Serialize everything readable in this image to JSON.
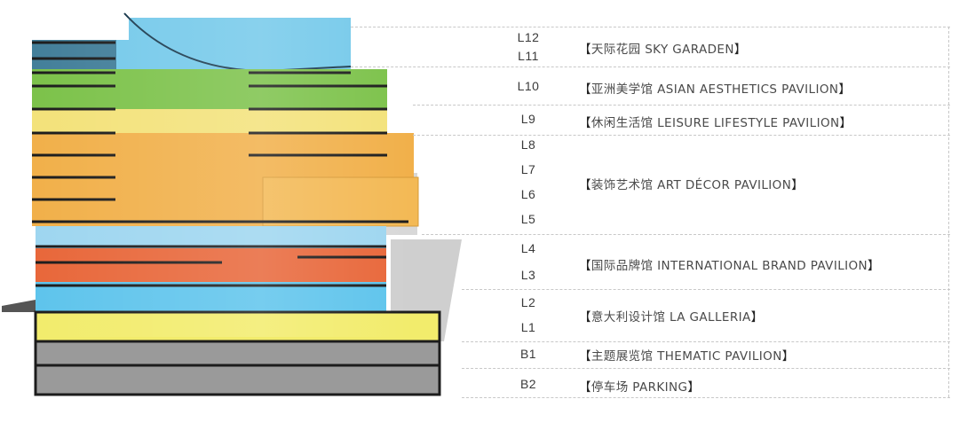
{
  "levels": [
    "L12",
    "L11",
    "L10",
    "L9",
    "L8",
    "L7",
    "L6",
    "L5",
    "L4",
    "L3",
    "L2",
    "L1",
    "B1",
    "B2"
  ],
  "zones": [
    {
      "name": "天际花园 SKY GARADEN",
      "color": "#5cc0e6"
    },
    {
      "name": "亚洲美学馆 ASIAN AESTHETICS PAVILION",
      "color": "#7cc24a"
    },
    {
      "name": "休闲生活馆 LEISURE LIFESTYLE PAVILION",
      "color": "#f3e27a"
    },
    {
      "name": "装饰艺术馆 ART DÉCOR PAVILION",
      "color": "#f1b04a"
    },
    {
      "name": "国际品牌馆 INTERNATIONAL BRAND PAVILION",
      "color": "#e8673a"
    },
    {
      "name": "意大利设计馆 LA GALLERIA",
      "color": "#5ec4ec"
    },
    {
      "name": "主题展览馆 THEMATIC PAVILION",
      "color": "#f2ec6c"
    },
    {
      "name": "停车场  PARKING",
      "color": "#9a9a9a"
    }
  ],
  "bracket_open": "【",
  "bracket_close": "】"
}
